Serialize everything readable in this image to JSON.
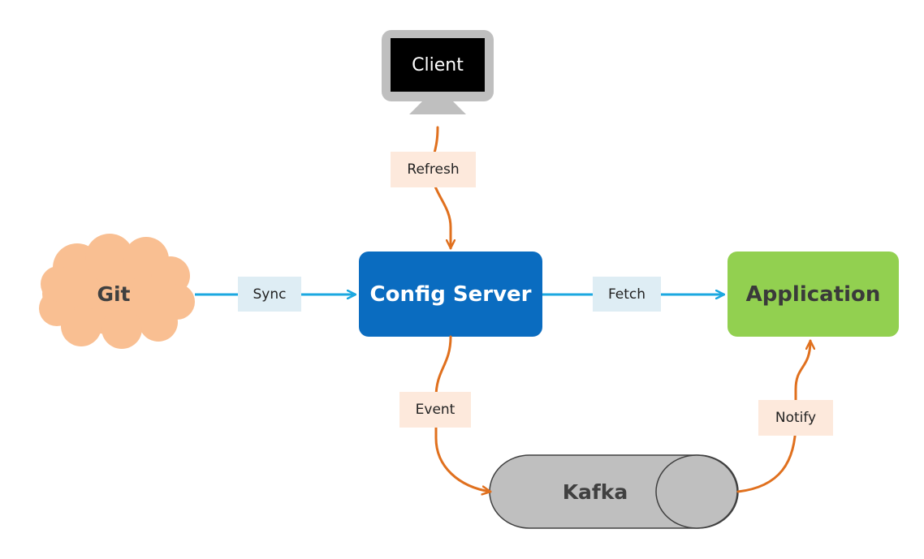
{
  "colors": {
    "sync_arrow": "#1ca8e0",
    "event_arrow": "#e0701e",
    "config_server_fill": "#0a6cc0",
    "application_fill": "#92d050",
    "git_cloud_fill": "#f9bf92",
    "kafka_fill": "#bfbfbf",
    "client_frame": "#bfbfbf",
    "client_screen": "#000000"
  },
  "nodes": {
    "client": {
      "label": "Client",
      "icon": "monitor-icon"
    },
    "git": {
      "label": "Git",
      "icon": "cloud-icon"
    },
    "config_server": {
      "label": "Config Server"
    },
    "application": {
      "label": "Application"
    },
    "kafka": {
      "label": "Kafka",
      "icon": "cylinder-icon"
    }
  },
  "edges": {
    "refresh": {
      "label": "Refresh",
      "from": "Client",
      "to": "Config Server"
    },
    "sync": {
      "label": "Sync",
      "from": "Git",
      "to": "Config Server"
    },
    "fetch": {
      "label": "Fetch",
      "from": "Config Server",
      "to": "Application"
    },
    "event": {
      "label": "Event",
      "from": "Config Server",
      "to": "Kafka"
    },
    "notify": {
      "label": "Notify",
      "from": "Kafka",
      "to": "Application"
    }
  }
}
